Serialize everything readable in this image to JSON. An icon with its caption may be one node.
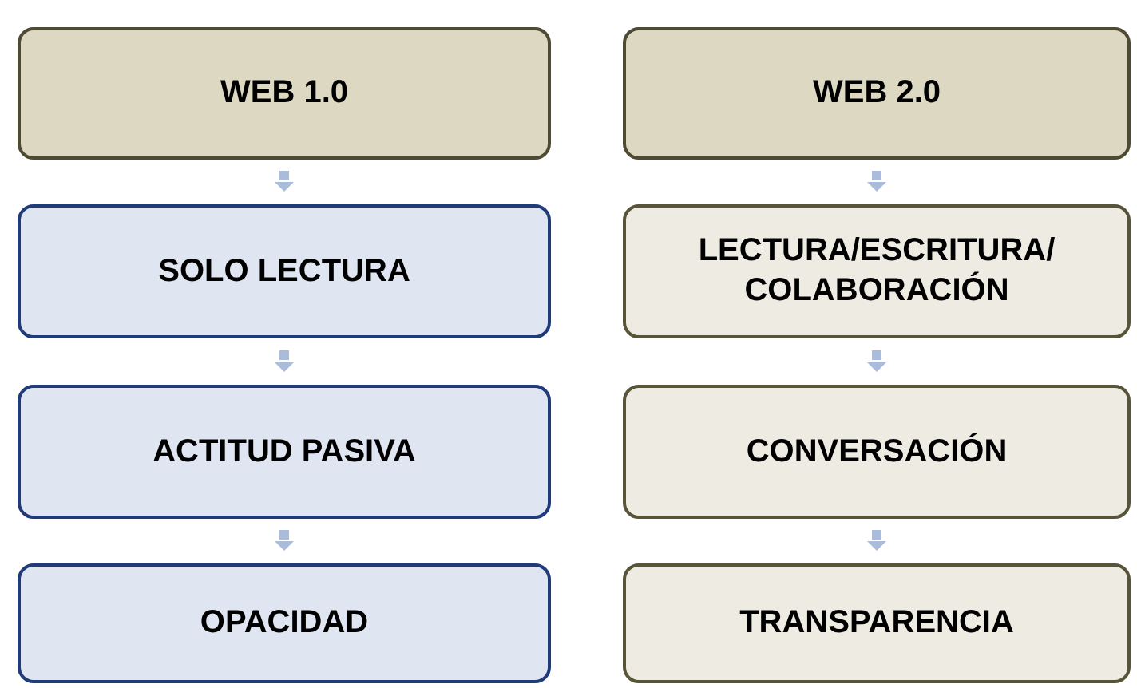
{
  "diagram": {
    "nodes": [
      {
        "text": [
          "WEB 1.0"
        ]
      },
      {
        "text": [
          "WEB 2.0"
        ]
      },
      {
        "text": [
          "SOLO LECTURA"
        ]
      },
      {
        "text": [
          "LECTURA/ESCRITURA/ COLABORACIÓN"
        ]
      },
      {
        "text": [
          "ACTITUD PASIVA"
        ]
      },
      {
        "text": [
          "CONVERSACIÓN"
        ]
      },
      {
        "text": [
          "OPACIDAD"
        ]
      },
      {
        "text": [
          "TRANSPARENCIA"
        ]
      }
    ],
    "edges": [
      {
        "from": 0,
        "to": 2,
        "arrow": "to"
      },
      {
        "from": 2,
        "to": 4,
        "arrow": "to"
      },
      {
        "from": 4,
        "to": 6,
        "arrow": "to"
      },
      {
        "from": 1,
        "to": 3,
        "arrow": "to"
      },
      {
        "from": 3,
        "to": 5,
        "arrow": "to"
      },
      {
        "from": 5,
        "to": 7,
        "arrow": "to"
      }
    ]
  }
}
